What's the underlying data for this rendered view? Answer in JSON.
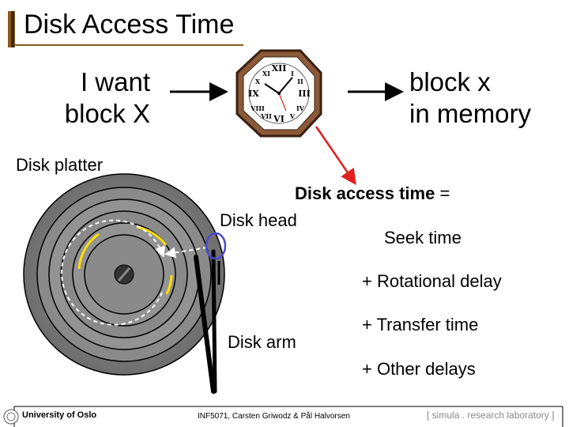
{
  "title": "Disk Access Time",
  "request": {
    "line1": "I want",
    "line2": "block X"
  },
  "result": {
    "line1": "block x",
    "line2": "in memory"
  },
  "labels": {
    "platter": "Disk platter",
    "head": "Disk head",
    "arm": "Disk arm"
  },
  "formula": {
    "heading_bold": "Disk access time",
    "heading_rest": " =",
    "items": [
      "Seek time",
      "+ Rotational delay",
      "+ Transfer time",
      "+ Other delays"
    ]
  },
  "footer": {
    "left": "University of Oslo",
    "middle": "INF5071, Carsten Griwodz & Pål Halvorsen",
    "right": "[ simula . research laboratory ]"
  },
  "colors": {
    "accent": "#8b5a1e",
    "arrow_red": "#e02020",
    "head_ring": "#4a4ad0",
    "yellow": "#ffe000"
  }
}
